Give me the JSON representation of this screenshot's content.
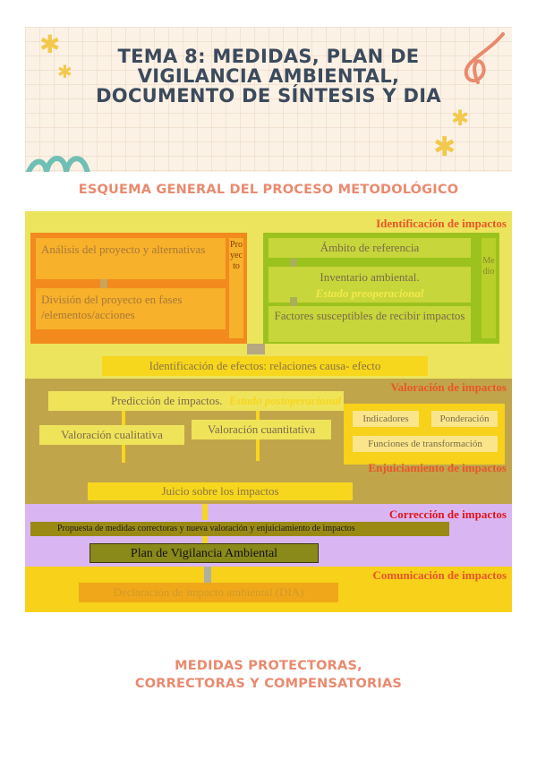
{
  "header": {
    "title": "TEMA 8: MEDIDAS, PLAN DE VIGILANCIA AMBIENTAL, DOCUMENTO DE SÍNTESIS Y DIA"
  },
  "section1": {
    "heading": "ESQUEMA GENERAL DEL PROCESO METODOLÓGICO"
  },
  "section2": {
    "heading": "MEDIDAS PROTECTORAS, CORRECTORAS Y COMPENSATORIAS"
  },
  "diagram": {
    "identificacion": {
      "label": "Identificación de impactos",
      "proyecto": {
        "analisis": "Análisis del proyecto y alternativas",
        "division": "División del proyecto en fases /elementos/acciones",
        "vertical": "Proyecto"
      },
      "medio": {
        "ambito": "Ámbito de referencia",
        "inventario": "Inventario ambiental.",
        "estado": "Estado preoperacional",
        "factores": "Factores susceptibles de recibir impactos",
        "vertical": "Medio"
      },
      "efectos": "Identificación de efectos: relaciones causa- efecto"
    },
    "valoracion": {
      "label": "Valoración de impactos",
      "prediccion": "Predicción de impactos.",
      "estado": "Estado postoperacional",
      "cualitativa": "Valoración cualitativa",
      "cuantitativa": "Valoración cuantitativa",
      "indicadores": "Indicadores",
      "ponderacion": "Ponderación",
      "funciones": "Funciones de transformación"
    },
    "enjuiciamiento": {
      "label": "Enjuiciamiento de impactos",
      "juicio": "Juicio sobre los impactos"
    },
    "correccion": {
      "label": "Corrección de impactos",
      "propuesta": "Propuesta de medidas correctoras y nueva valoración y enjuiciamiento de impactos",
      "plan": "Plan de Vigilancia Ambiental"
    },
    "comunicacion": {
      "label": "Comunicación de impactos",
      "declaracion": "Declaración de impacto ambiental (DIA)"
    }
  },
  "colors": {
    "accent": "#e98a6f",
    "title": "#3b4a5c",
    "star": "#f2c94c",
    "band_identificacion": "#ede65a",
    "band_valoracion": "#c3a64c",
    "band_correccion": "#d9b6f2",
    "band_comunicacion": "#f7d11a"
  }
}
